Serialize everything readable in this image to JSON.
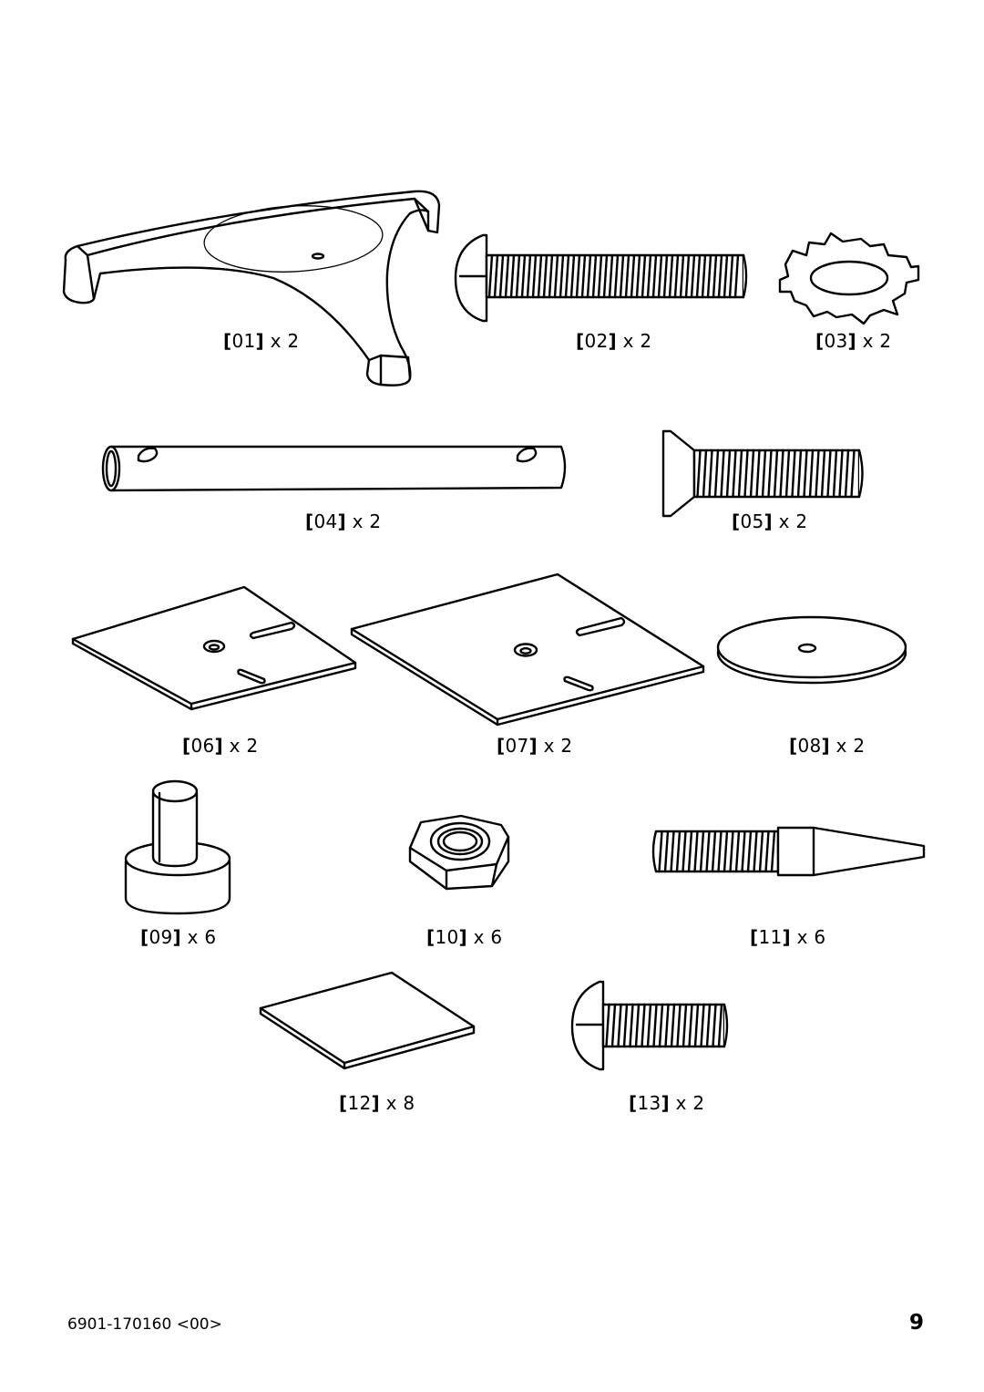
{
  "parts": [
    {
      "id": "01",
      "qty": "2",
      "name": "tripod-foot"
    },
    {
      "id": "02",
      "qty": "2",
      "name": "long-bolt"
    },
    {
      "id": "03",
      "qty": "2",
      "name": "toothed-lock-washer"
    },
    {
      "id": "04",
      "qty": "2",
      "name": "tube"
    },
    {
      "id": "05",
      "qty": "2",
      "name": "countersunk-screw"
    },
    {
      "id": "06",
      "qty": "2",
      "name": "mounting-plate-small"
    },
    {
      "id": "07",
      "qty": "2",
      "name": "mounting-plate-large"
    },
    {
      "id": "08",
      "qty": "2",
      "name": "round-washer"
    },
    {
      "id": "09",
      "qty": "6",
      "name": "adjustable-foot"
    },
    {
      "id": "10",
      "qty": "6",
      "name": "hex-nut"
    },
    {
      "id": "11",
      "qty": "6",
      "name": "pointed-threaded-pin"
    },
    {
      "id": "12",
      "qty": "8",
      "name": "adhesive-pad"
    },
    {
      "id": "13",
      "qty": "2",
      "name": "short-bolt"
    }
  ],
  "footer": {
    "code": "6901-170160 <00>",
    "page_number": "9"
  }
}
